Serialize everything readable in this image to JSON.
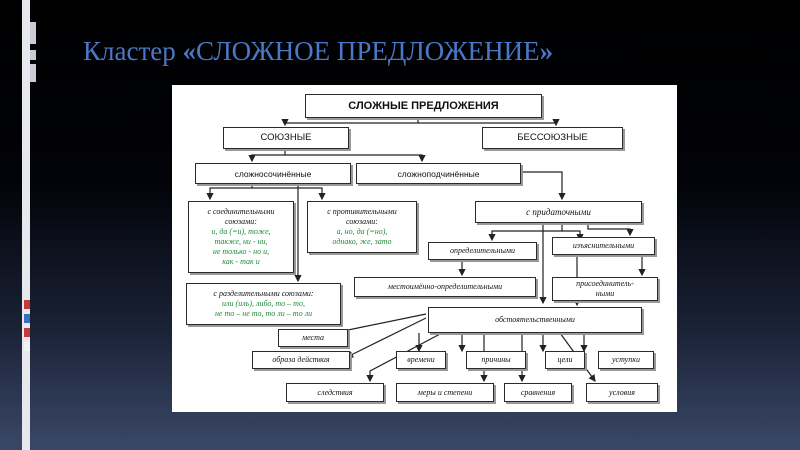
{
  "slide": {
    "title_prefix": "Кластер ",
    "quote_open": "«",
    "title_main": "СЛОЖНОЕ ПРЕДЛОЖЕНИЕ",
    "quote_close": "»"
  },
  "diagram": {
    "root": "СЛОЖНЫЕ ПРЕДЛОЖЕНИЯ",
    "union": "СОЮЗНЫЕ",
    "nonunion": "БЕССОЮЗНЫЕ",
    "compound": "сложносочинённые",
    "complex": "сложноподчинённые",
    "connective": {
      "head": "с соединительными союзами:",
      "examples": [
        "и, да (=и), тоже,",
        "также, ни - ни,",
        "не только - но и,",
        "как - так и"
      ]
    },
    "adversative": {
      "head": "с противительными союзами:",
      "examples": [
        "а, но, да (=но),",
        "однако, же, зато"
      ]
    },
    "disjunctive": {
      "head": "с разделительными союзами:",
      "examples": [
        "или (иль), либо, то – то,",
        "не то – не то, то ли – то ли"
      ]
    },
    "subordinate": "с придаточными",
    "attributive": "определительными",
    "explanatory": "изъяснительными",
    "pronominal": "местоимённо-определительными",
    "adjoining": [
      "присоединитель-",
      "ными"
    ],
    "adverbial": "обстоятельственными",
    "place": "места",
    "manner": "образа действия",
    "time": "времени",
    "cause": "причины",
    "purpose": "цели",
    "concession": "уступки",
    "consequence": "следствия",
    "measure": "меры и степени",
    "comparison": "сравнения",
    "condition": "условия"
  }
}
